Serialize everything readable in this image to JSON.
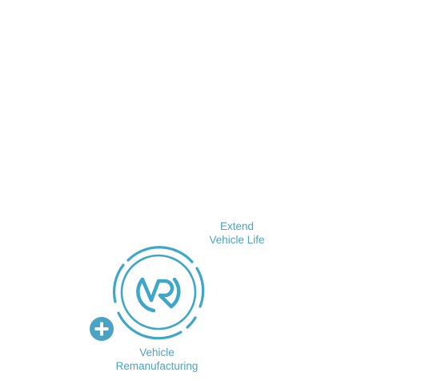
{
  "colors": {
    "accent": "#4aa3c2",
    "emblem": "#3ea6c8",
    "background": "#ffffff"
  },
  "labels": {
    "extend_line1": "Extend",
    "extend_line2": "Vehicle Life",
    "vr_line1": "Vehicle",
    "vr_line2": "Remanufacturing"
  },
  "emblem": {
    "icon": "vr-logo-icon",
    "monogram": "VR"
  },
  "plus_button": {
    "icon": "plus-icon"
  }
}
